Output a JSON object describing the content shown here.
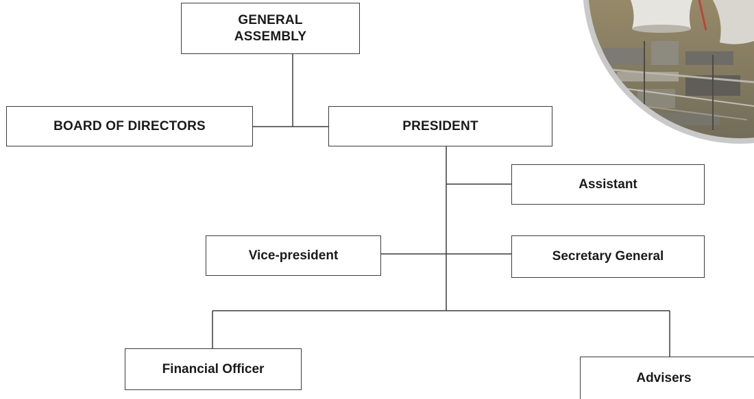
{
  "org_chart": {
    "general_assembly": "GENERAL ASSEMBLY",
    "board_of_directors": "BOARD OF DIRECTORS",
    "president": "PRESIDENT",
    "assistant": "Assistant",
    "vice_president": "Vice-president",
    "secretary_general": "Secretary General",
    "financial_officer": "Financial Officer",
    "advisers": "Advisers"
  },
  "colors": {
    "line": "#3a3a3a",
    "box_border": "#3a3a3a",
    "photo_ring": "#c9c9c9"
  }
}
